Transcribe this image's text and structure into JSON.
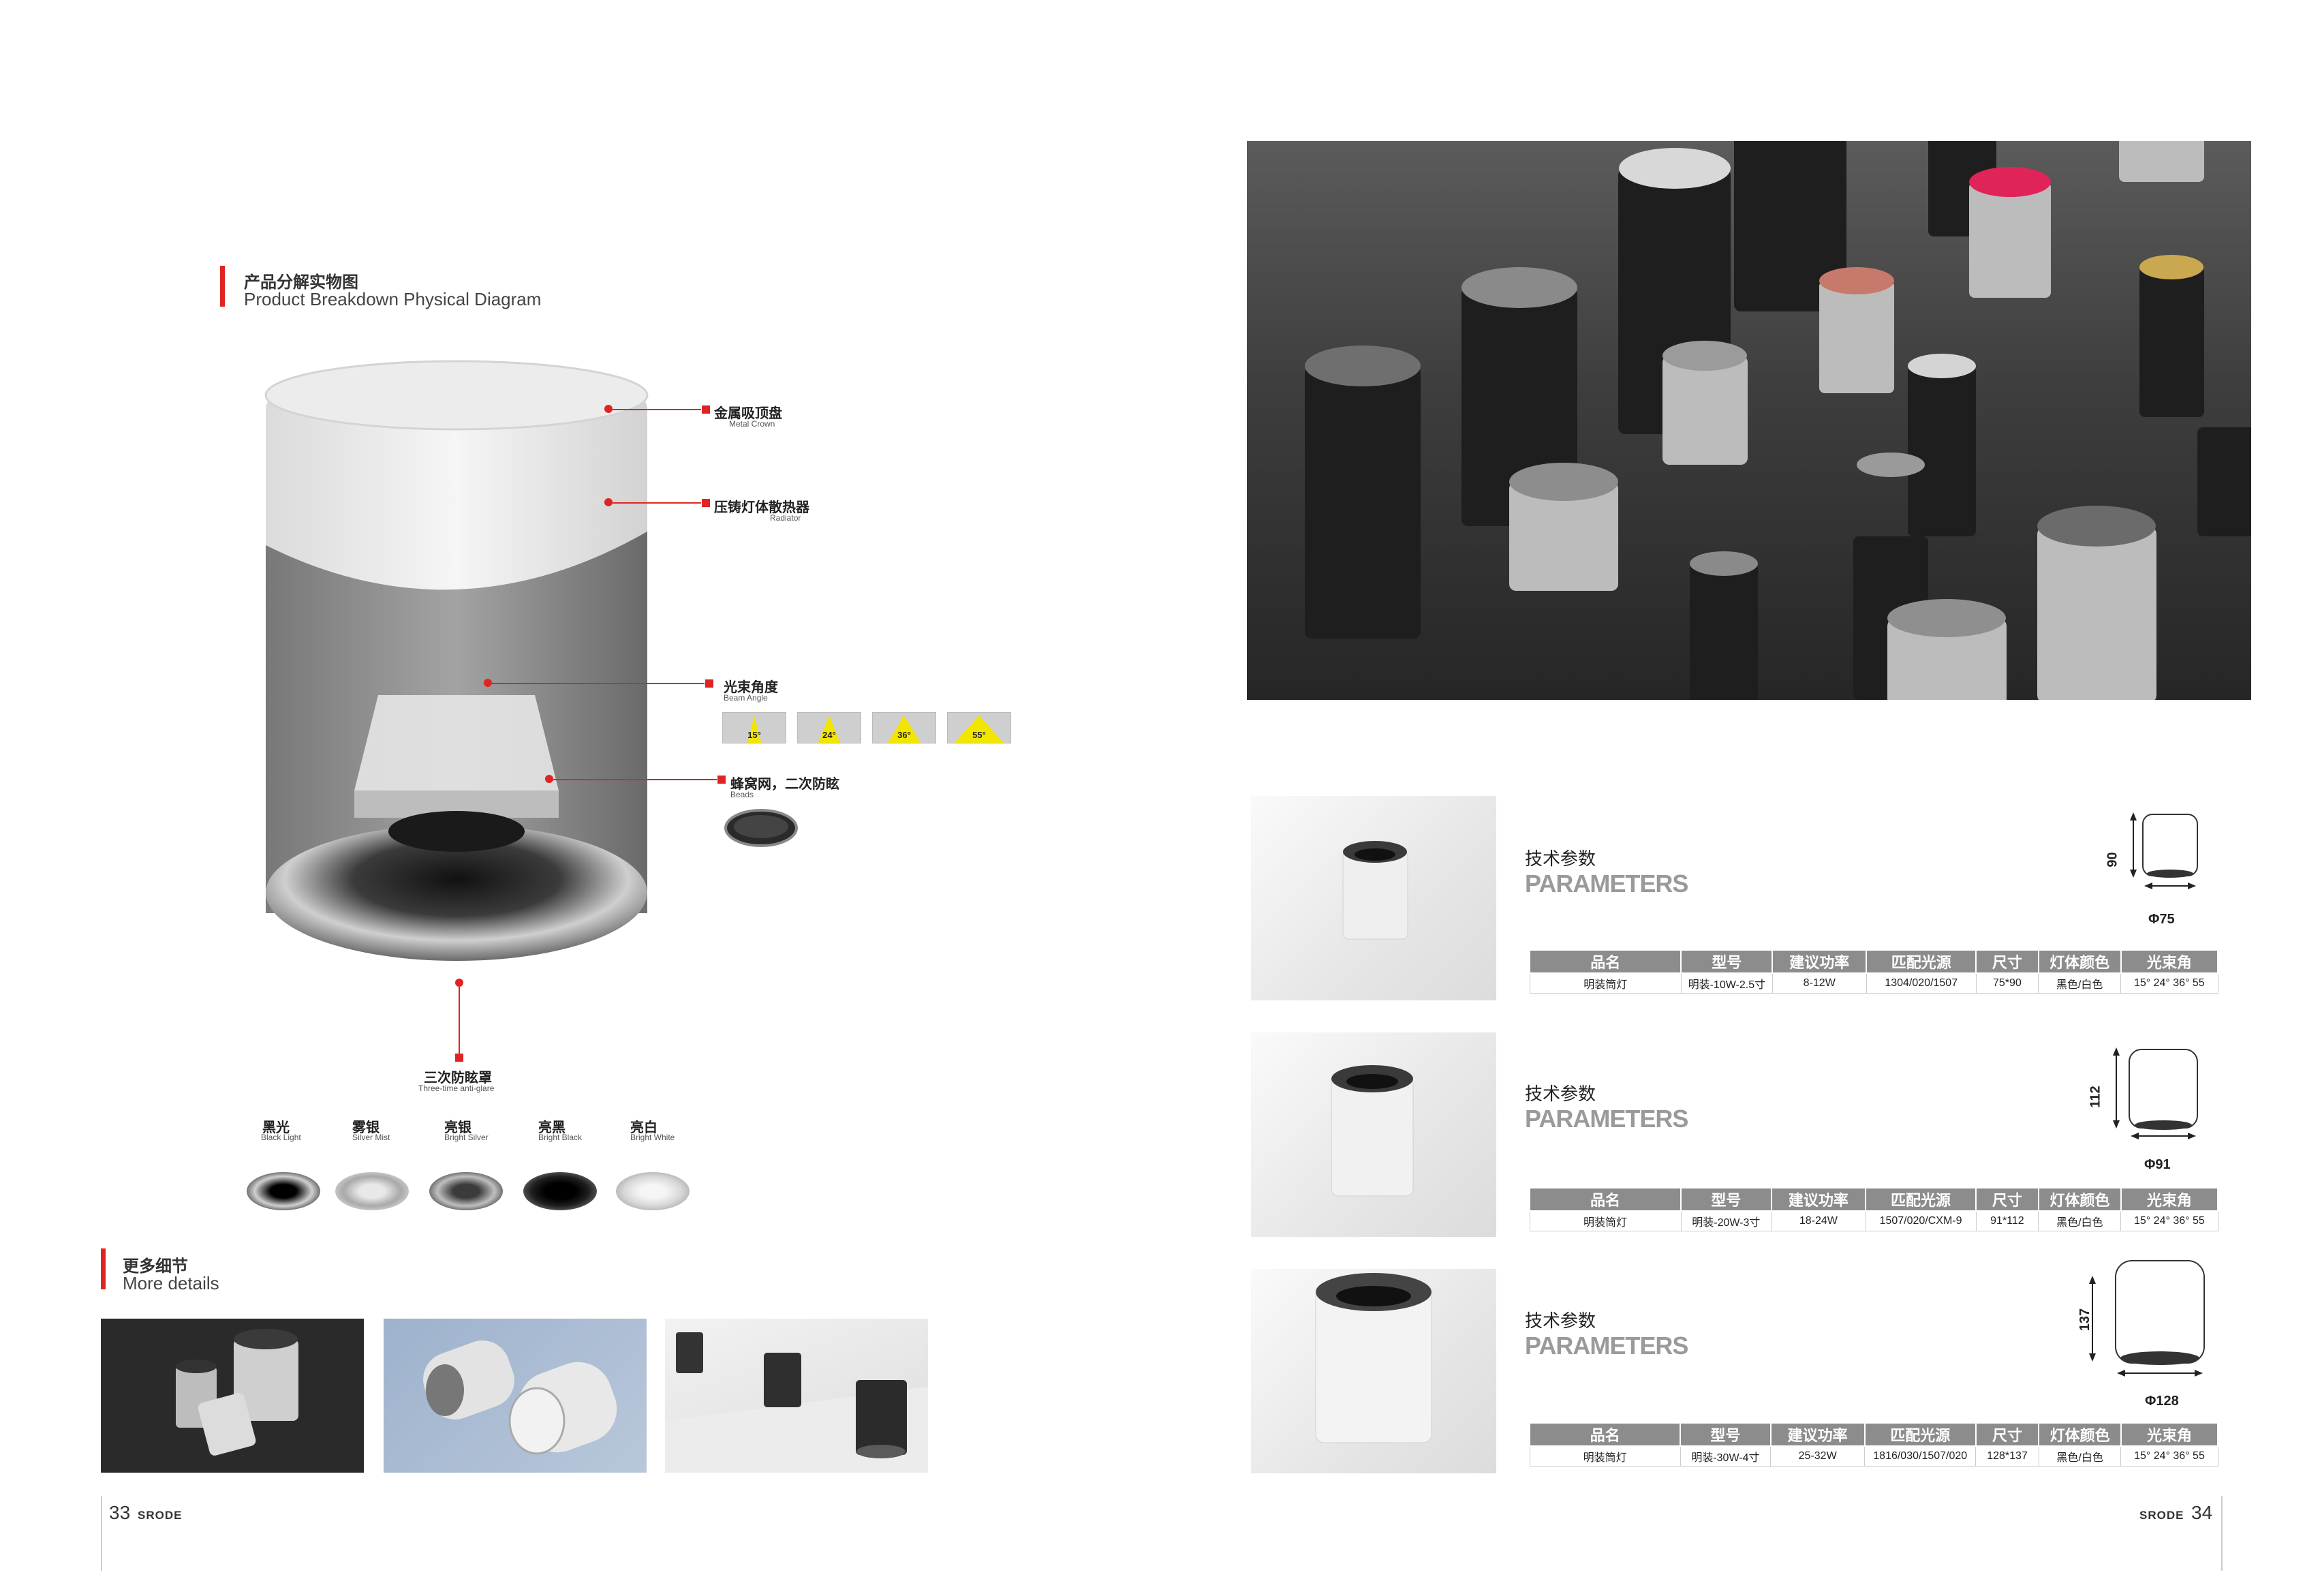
{
  "left": {
    "breakdown": {
      "title_cn": "产品分解实物图",
      "title_en": "Product Breakdown Physical Diagram"
    },
    "callouts": [
      {
        "cn": "金属吸顶盘",
        "en": "Metal Crown"
      },
      {
        "cn": "压铸灯体散热器",
        "en": "Radiator"
      },
      {
        "cn": "光束角度",
        "en": "Beam Angle"
      },
      {
        "cn": "蜂窝网，二次防眩",
        "en": "Beads"
      },
      {
        "cn": "三次防眩罩",
        "en": "Three-time anti-glare"
      }
    ],
    "beam_angles": [
      "15°",
      "24°",
      "36°",
      "55°"
    ],
    "finishes": [
      {
        "cn": "黑光",
        "en": "Black Light"
      },
      {
        "cn": "雾银",
        "en": "Silver Mist"
      },
      {
        "cn": "亮银",
        "en": "Bright Silver"
      },
      {
        "cn": "亮黑",
        "en": "Bright Black"
      },
      {
        "cn": "亮白",
        "en": "Bright White"
      }
    ],
    "details": {
      "title_cn": "更多细节",
      "title_en": "More details"
    },
    "page_number": "33",
    "brand": "SRODE"
  },
  "right": {
    "params_cn": "技术参数",
    "params_en": "PARAMETERS",
    "table_headers": [
      "品名",
      "型号",
      "建议功率",
      "匹配光源",
      "尺寸",
      "灯体颜色",
      "光束角"
    ],
    "products": [
      {
        "height": "90",
        "diameter": "Φ75",
        "row": [
          "明装筒灯",
          "明装-10W-2.5寸",
          "8-12W",
          "1304/020/1507",
          "75*90",
          "黑色/白色",
          "15° 24° 36° 55"
        ]
      },
      {
        "height": "112",
        "diameter": "Φ91",
        "row": [
          "明装筒灯",
          "明装-20W-3寸",
          "18-24W",
          "1507/020/CXM-9",
          "91*112",
          "黑色/白色",
          "15° 24° 36° 55"
        ]
      },
      {
        "height": "137",
        "diameter": "Φ128",
        "row": [
          "明装筒灯",
          "明装-30W-4寸",
          "25-32W",
          "1816/030/1507/020",
          "128*137",
          "黑色/白色",
          "15° 24° 36° 55"
        ]
      }
    ],
    "page_number": "34",
    "brand": "SRODE"
  },
  "colors": {
    "accent": "#e02424",
    "table_header": "#8c8c8c"
  }
}
